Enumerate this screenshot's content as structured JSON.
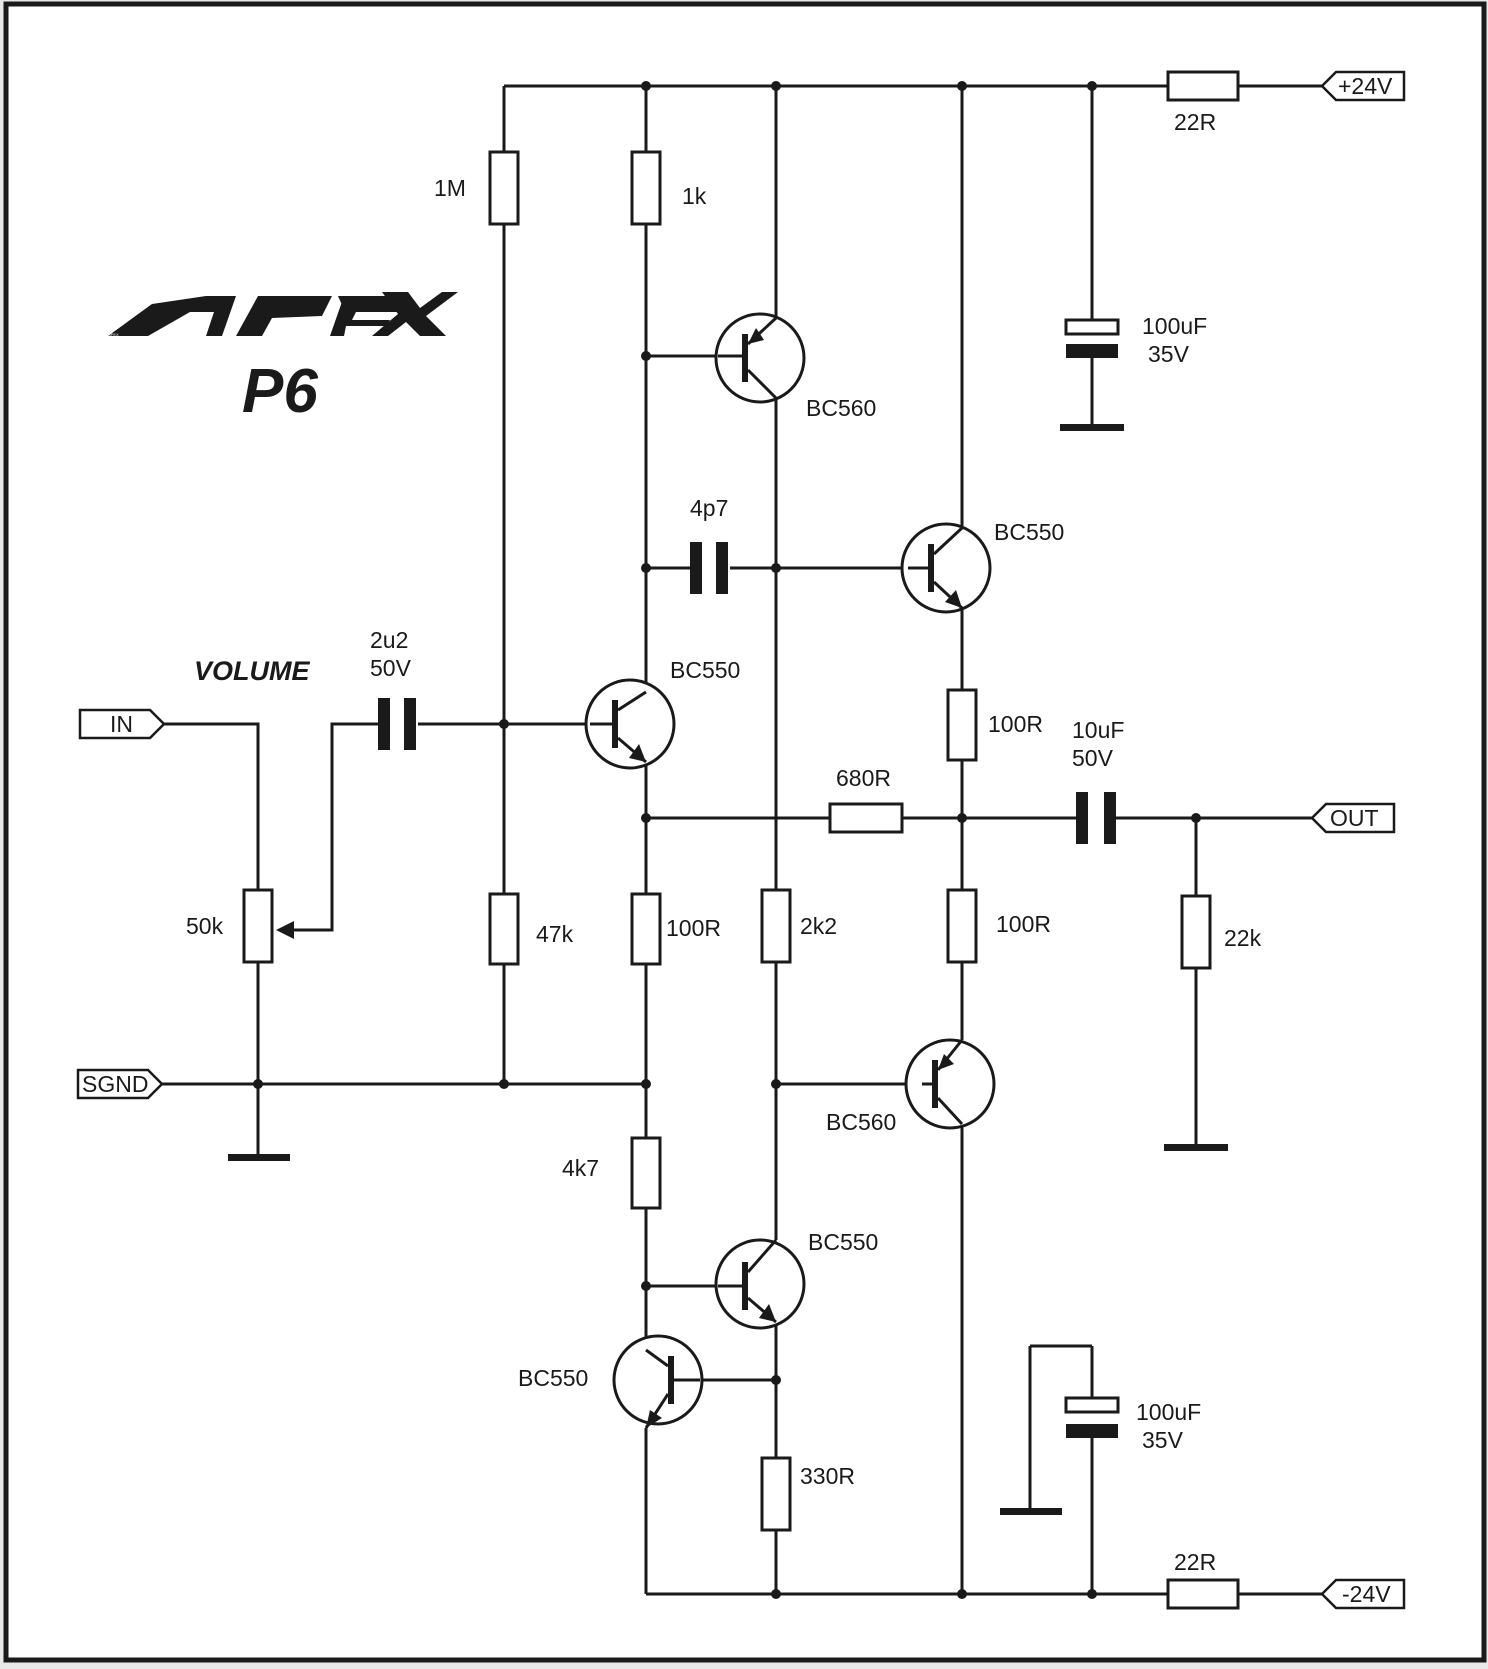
{
  "logo": {
    "brand": "APEX",
    "model": "P6"
  },
  "volume_label": "VOLUME",
  "ports": {
    "in": "IN",
    "sgnd": "SGND",
    "out": "OUT",
    "vplus": "+24V",
    "vminus": "-24V"
  },
  "components": {
    "r_top_supply": "22R",
    "r_bot_supply": "22R",
    "r_1m": "1M",
    "r_1k": "1k",
    "r_47k": "47k",
    "r_100r_a": "100R",
    "r_2k2": "2k2",
    "r_100r_b": "100R",
    "r_100r_c": "100R",
    "r_680r": "680R",
    "r_22k": "22k",
    "r_4k7": "4k7",
    "r_330r": "330R",
    "pot_50k": "50k",
    "c_top_val": "100uF",
    "c_top_volt": "35V",
    "c_bot_val": "100uF",
    "c_bot_volt": "35V",
    "c_in_val": "2u2",
    "c_in_volt": "50V",
    "c_out_val": "10uF",
    "c_out_volt": "50V",
    "c_4p7": "4p7",
    "q_bc560_top": "BC560",
    "q_bc550_top": "BC550",
    "q_bc550_input": "BC550",
    "q_bc560_out": "BC560",
    "q_bc550_cs1": "BC550",
    "q_bc550_cs2": "BC550"
  }
}
